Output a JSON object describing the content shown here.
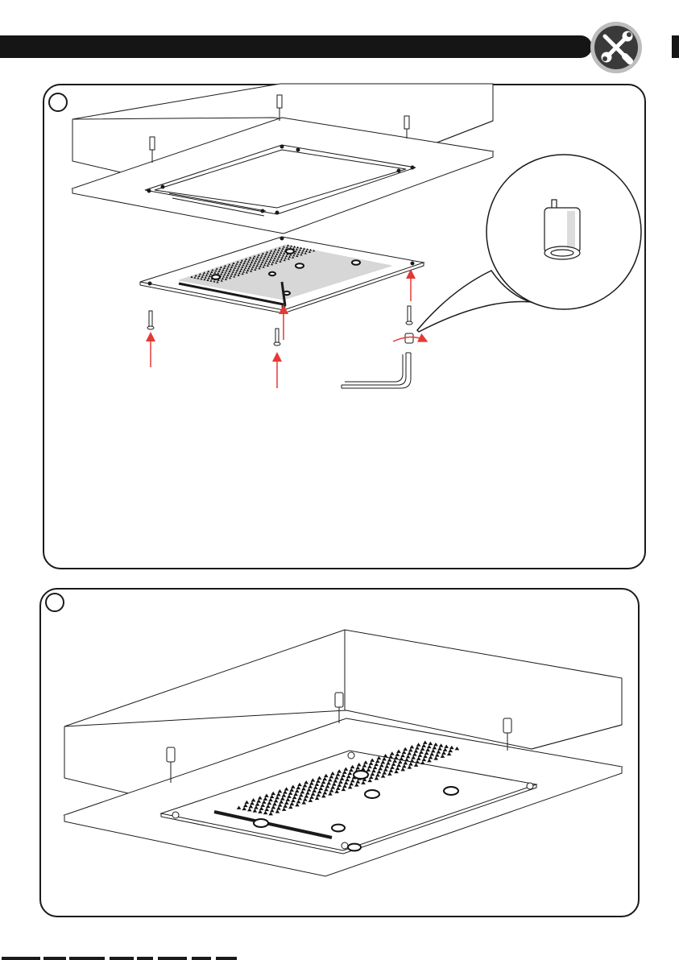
{
  "header": {
    "bar_color": "#151515",
    "icon": "wrench-screwdriver-icon"
  },
  "steps": [
    {
      "id": "step-1",
      "label": "",
      "parts": [
        "ceiling-box",
        "mounting-frame",
        "shower-head-panel",
        "mounting-screws",
        "threaded-sleeve",
        "hex-key"
      ]
    },
    {
      "id": "step-2",
      "label": "",
      "parts": [
        "ceiling-box",
        "mounted-shower-head"
      ]
    }
  ],
  "colors": {
    "line": "#1a1a1a",
    "arrow": "#e53935",
    "nozzle": "#111111"
  }
}
